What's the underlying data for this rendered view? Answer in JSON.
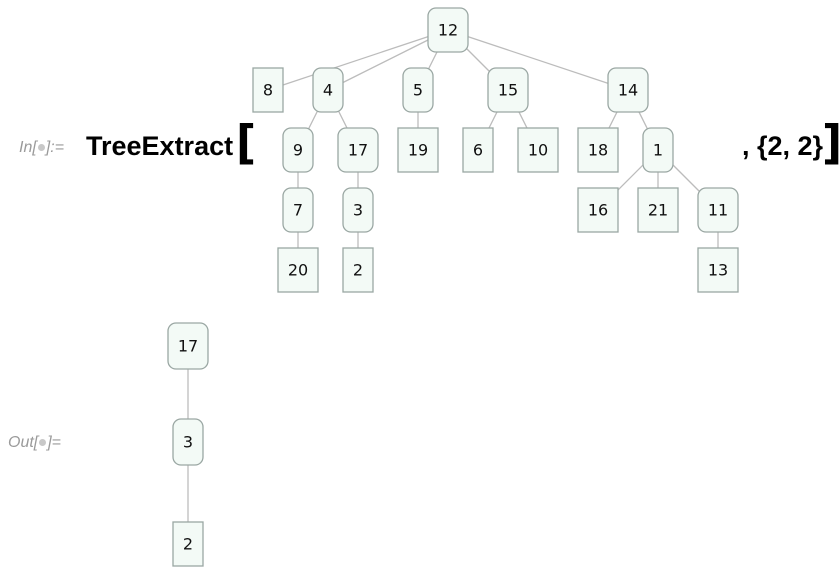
{
  "input": {
    "label": "In[ ]:=",
    "function": "TreeExtract",
    "args_suffix": ", {2, 2}",
    "tree_nodes": [
      "12",
      "8",
      "4",
      "5",
      "15",
      "14",
      "9",
      "17",
      "19",
      "6",
      "10",
      "18",
      "1",
      "7",
      "3",
      "16",
      "21",
      "11",
      "20",
      "2",
      "13"
    ]
  },
  "output": {
    "label": "Out[ ]=",
    "tree_nodes": [
      "17",
      "3",
      "2"
    ]
  }
}
